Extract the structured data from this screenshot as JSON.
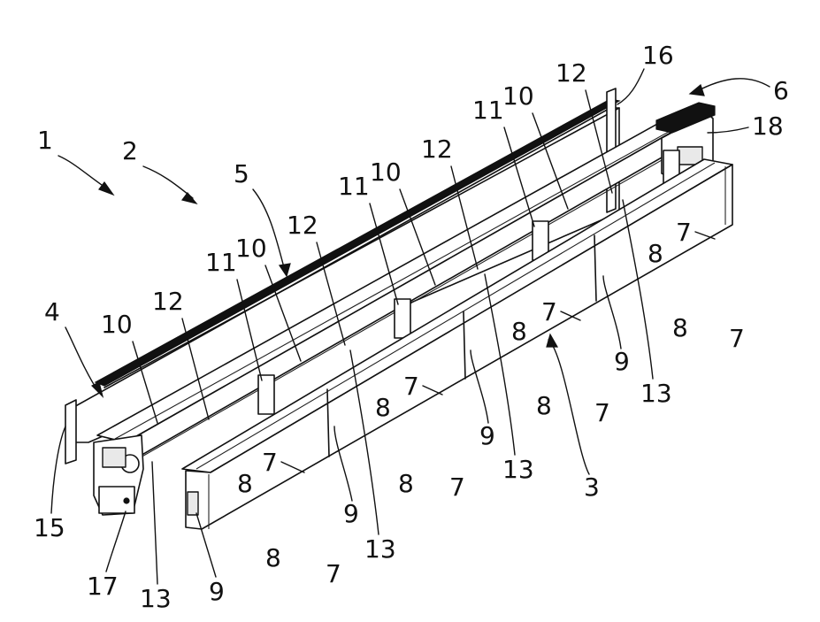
{
  "labels": [
    {
      "id": "n1",
      "text": "1"
    },
    {
      "id": "n2",
      "text": "2"
    },
    {
      "id": "n3",
      "text": "3"
    },
    {
      "id": "n4",
      "text": "4"
    },
    {
      "id": "n5",
      "text": "5"
    },
    {
      "id": "n6",
      "text": "6"
    },
    {
      "id": "n7a",
      "text": "7"
    },
    {
      "id": "n7b",
      "text": "7"
    },
    {
      "id": "n7c",
      "text": "7"
    },
    {
      "id": "n7d",
      "text": "7"
    },
    {
      "id": "n8a",
      "text": "8"
    },
    {
      "id": "n8b",
      "text": "8"
    },
    {
      "id": "n8c",
      "text": "8"
    },
    {
      "id": "n8d",
      "text": "8"
    },
    {
      "id": "n9a",
      "text": "9"
    },
    {
      "id": "n9b",
      "text": "9"
    },
    {
      "id": "n9c",
      "text": "9"
    },
    {
      "id": "n9d",
      "text": "9"
    },
    {
      "id": "n10a",
      "text": "10"
    },
    {
      "id": "n10b",
      "text": "10"
    },
    {
      "id": "n10c",
      "text": "10"
    },
    {
      "id": "n10d",
      "text": "10"
    },
    {
      "id": "n11a",
      "text": "11"
    },
    {
      "id": "n11b",
      "text": "11"
    },
    {
      "id": "n11c",
      "text": "11"
    },
    {
      "id": "n12a",
      "text": "12"
    },
    {
      "id": "n12b",
      "text": "12"
    },
    {
      "id": "n12c",
      "text": "12"
    },
    {
      "id": "n12d",
      "text": "12"
    },
    {
      "id": "n13a",
      "text": "13"
    },
    {
      "id": "n13b",
      "text": "13"
    },
    {
      "id": "n13c",
      "text": "13"
    },
    {
      "id": "n13d",
      "text": "13"
    },
    {
      "id": "n15",
      "text": "15"
    },
    {
      "id": "n16",
      "text": "16"
    },
    {
      "id": "n17",
      "text": "17"
    },
    {
      "id": "n18",
      "text": "18"
    }
  ]
}
